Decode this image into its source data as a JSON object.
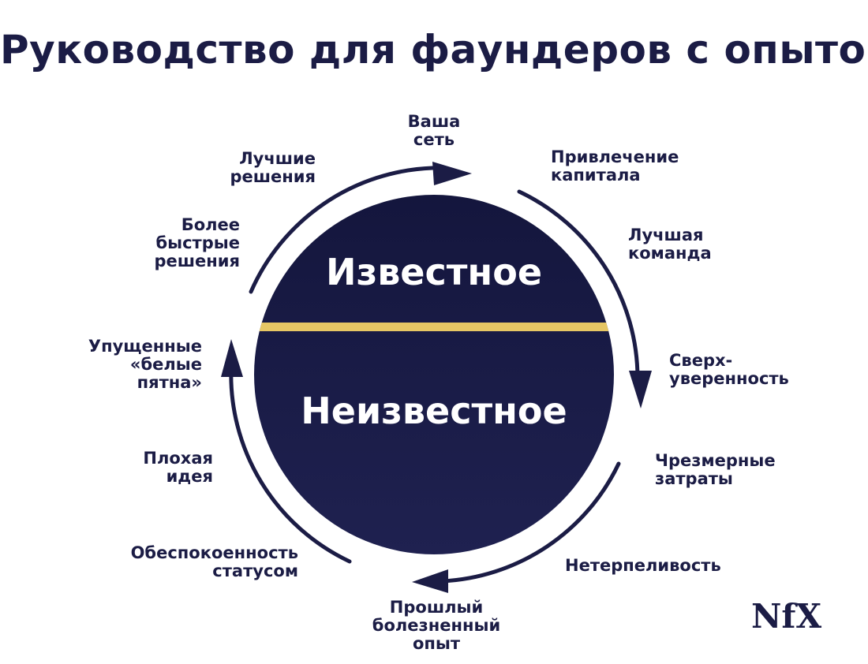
{
  "title": "Руководство для фаундеров с опытом",
  "circle": {
    "top_label": "Известное",
    "bottom_label": "Неизвестное",
    "colors": {
      "circle_fill": "#1b1c45",
      "divider": "#e6c664",
      "text": "#ffffff"
    }
  },
  "labels": {
    "vasha_set": "Ваша\nсеть",
    "privlechenie": "Привлечение\nкапитала",
    "luchshaya_komanda": "Лучшая\nкоманда",
    "sverkh": "Сверх-\nуверенность",
    "chrezmernye": "Чрезмерные\nзатраты",
    "neterpelivost": "Нетерпеливость",
    "proshly": "Прошлый\nболезненный\nопыт",
    "obespokoennost": "Обеспокоенность\nстатусом",
    "plokhaya": "Плохая\nидея",
    "upushchennye": "Упущенные\n«белые\nпятна»",
    "bolee_bystrye": "Более\nбыстрые\nрешения",
    "luchshie_resheniya": "Лучшие\nрешения"
  },
  "logo": {
    "text": "NfX",
    "icon": "nfx-logo"
  },
  "accent_colors": {
    "navy": "#1b1c45"
  }
}
